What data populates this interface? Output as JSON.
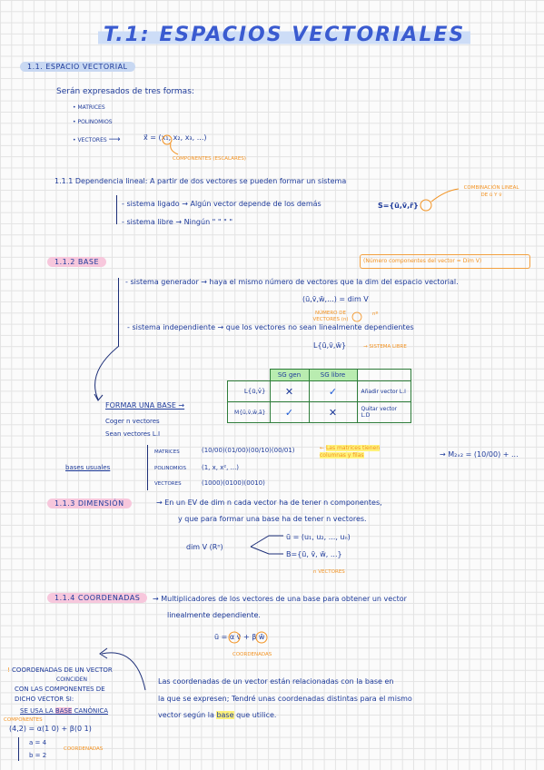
{
  "title": "T.1: ESPACIOS VECTORIALES",
  "s11": {
    "tag": "1.1. ESPACIO VECTORIAL",
    "intro": "Serán expresados de tres formas:",
    "items": [
      "MATRICES",
      "POLINOMIOS",
      "VECTORES"
    ],
    "vector_formula": "x⃗ = (x₁, x₂, x₃, ...)",
    "components_note": "COMPONENTES (ESCALARES)"
  },
  "s111": {
    "heading": "1.1.1 Dependencia lineal: A partir de dos vectores se pueden formar un sistema",
    "note": "COMBINACIÓN LINEAL DE ū Y v̄",
    "ligado": "sistema ligado → Algún vector depende de los demás",
    "libre": "sistema libre → Ningún   \"   \"   \"   \"",
    "set": "S={ū,v̄,r̄}"
  },
  "s112": {
    "tag": "1.1.2 BASE",
    "dim_note": "(Número componentes del vector = Dim V)",
    "generador": "sistema generador → haya el mismo número de vectores que la dim del espacio vectorial.",
    "generador_formula": "(ū,v̄,w̄,...) = dim V",
    "num_vectores_note": "NÚMERO DE VECTORES (n)",
    "n_label": "nº",
    "independiente": "sistema independiente → que los vectores no sean linealmente dependientes",
    "independiente_formula": "L{ū,v̄,w̄}",
    "sistema_libre": "SISTEMA LIBRE",
    "table_head": [
      "SG gen",
      "SG libre"
    ],
    "table_rows": [
      {
        "label": "L{ū,v̄}",
        "gen": "✕",
        "libre": "✓",
        "note": "Añadir vector L.I"
      },
      {
        "label": "M{ū,v̄,w̄,ā}",
        "gen": "✓",
        "libre": "✕",
        "note": "Quitar vector L.D"
      }
    ],
    "formar_base": "FORMAR UNA BASE →",
    "coger": "Coger n vectores",
    "sean": "Sean vectores L.I",
    "bases_usuales": "bases usuales",
    "rows": [
      {
        "label": "MATRICES",
        "value": "(10/00)(01/00)(00/10)(00/01)"
      },
      {
        "label": "POLINOMIOS",
        "value": "(1, x, x², ...)"
      },
      {
        "label": "VECTORES",
        "value": "(1000)(0100)(0010)"
      }
    ],
    "matrices_note": "Las matrices tienen columnas y filas",
    "m2x2": "M₂ₓ₂ = (10/00) + ..."
  },
  "s113": {
    "tag": "1.1.3 DIMENSIÓN",
    "text1": "→ En un EV de dim n cada vector ha de tener n componentes,",
    "text2": "y que para formar una base ha de tener n vectores.",
    "dim_label": "dim V (Rⁿ)",
    "vector_line": "ū = (u₁, u₂, ..., uₙ)",
    "base_line": "B={ū, v̄, w̄, ...}",
    "n_vectores": "n VECTORES"
  },
  "s114": {
    "tag": "1.1.4 COORDENADAS",
    "text1": "→ Multiplicadores de los vectores de una base para obtener un vector",
    "text2": "linealmente dependiente.",
    "formula": "ū = α v̄ + β w̄",
    "coord_note": "COORDENADAS",
    "left1": "COORDENADAS DE UN VECTOR",
    "left2": "COINCIDEN",
    "left3": "CON LAS COMPONENTES DE",
    "left4": "DICHO VECTOR SI:",
    "left5a": "SE USA LA",
    "left5b": "BASE",
    "left5c": "CANÓNICA",
    "componentes": "COMPONENTES",
    "eq": "(4,2) = α(1 0) + β(0 1)",
    "a": "a = 4",
    "b": "b = 2",
    "coordenadas2": "COORDENADAS",
    "para1": "Las coordenadas de un vector están relacionadas con la base en",
    "para2": "la que se expresen; Tendré unas coordenadas distintas para el mismo",
    "para3a": "vector según la",
    "para3b": "base",
    "para3c": "que utilice."
  }
}
